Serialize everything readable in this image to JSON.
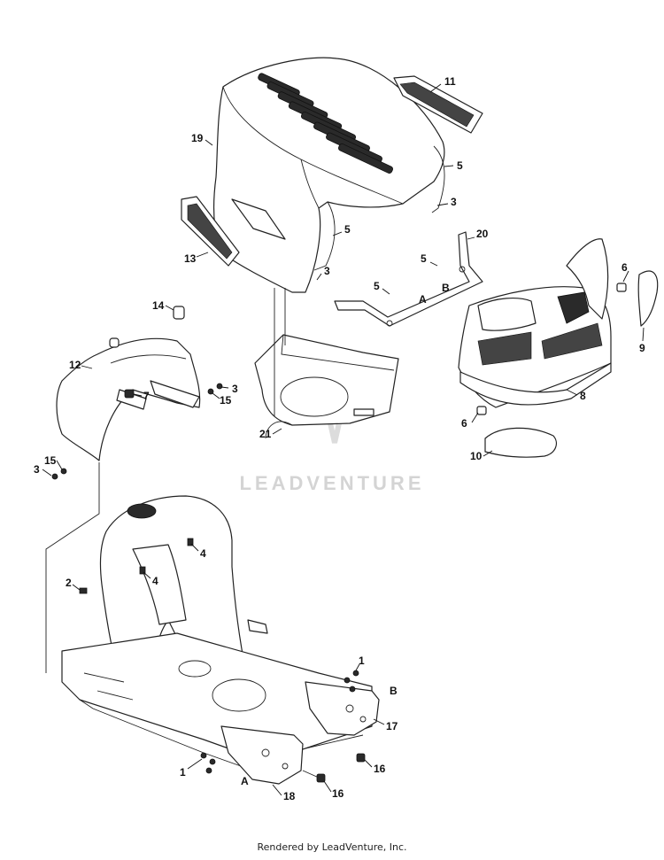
{
  "watermark": "LEADVENTURE",
  "footer": "Rendered by LeadVenture, Inc.",
  "callouts": [
    {
      "id": "c11",
      "text": "11"
    },
    {
      "id": "c19",
      "text": "19"
    },
    {
      "id": "c5a",
      "text": "5"
    },
    {
      "id": "c3a",
      "text": "3"
    },
    {
      "id": "c20",
      "text": "20"
    },
    {
      "id": "c5b",
      "text": "5"
    },
    {
      "id": "c13",
      "text": "13"
    },
    {
      "id": "c5c",
      "text": "5"
    },
    {
      "id": "cBa",
      "text": "B"
    },
    {
      "id": "c3b",
      "text": "3"
    },
    {
      "id": "c5d",
      "text": "5"
    },
    {
      "id": "cAa",
      "text": "A"
    },
    {
      "id": "c6a",
      "text": "6"
    },
    {
      "id": "c9",
      "text": "9"
    },
    {
      "id": "c14",
      "text": "14"
    },
    {
      "id": "c12",
      "text": "12"
    },
    {
      "id": "c3c",
      "text": "3"
    },
    {
      "id": "c7",
      "text": "7"
    },
    {
      "id": "c15a",
      "text": "15"
    },
    {
      "id": "c8",
      "text": "8"
    },
    {
      "id": "c6b",
      "text": "6"
    },
    {
      "id": "c21",
      "text": "21"
    },
    {
      "id": "c10",
      "text": "10"
    },
    {
      "id": "c15b",
      "text": "15"
    },
    {
      "id": "c3d",
      "text": "3"
    },
    {
      "id": "c4a",
      "text": "4"
    },
    {
      "id": "c4b",
      "text": "4"
    },
    {
      "id": "c2",
      "text": "2"
    },
    {
      "id": "c1a",
      "text": "1"
    },
    {
      "id": "cBb",
      "text": "B"
    },
    {
      "id": "c17",
      "text": "17"
    },
    {
      "id": "c1b",
      "text": "1"
    },
    {
      "id": "c16a",
      "text": "16"
    },
    {
      "id": "cAb",
      "text": "A"
    },
    {
      "id": "c16b",
      "text": "16"
    },
    {
      "id": "c18",
      "text": "18"
    }
  ]
}
